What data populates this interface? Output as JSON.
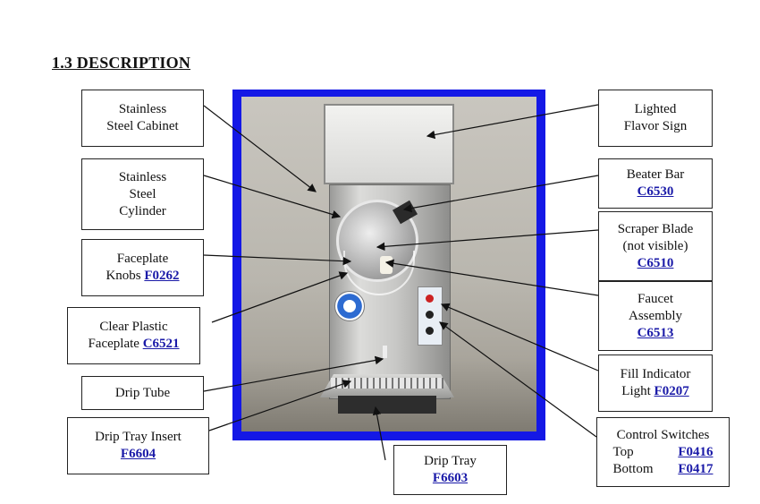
{
  "heading": "1.3 DESCRIPTION",
  "labels": {
    "cabinet": {
      "l1": "Stainless",
      "l2": "Steel Cabinet"
    },
    "cylinder": {
      "l1": "Stainless",
      "l2": "Steel",
      "l3": "Cylinder"
    },
    "knobs": {
      "l1": "Faceplate",
      "l2": "Knobs",
      "part": "F0262"
    },
    "faceplate": {
      "l1": "Clear Plastic",
      "l2": "Faceplate",
      "part": "C6521"
    },
    "drip_tube": {
      "l1": "Drip Tube"
    },
    "drip_tray_insert": {
      "l1": "Drip Tray Insert",
      "part": "F6604"
    },
    "drip_tray": {
      "l1": "Drip Tray",
      "part": "F6603"
    },
    "sign": {
      "l1": "Lighted",
      "l2": "Flavor Sign"
    },
    "beater": {
      "l1": "Beater Bar",
      "part": "C6530"
    },
    "scraper": {
      "l1": "Scraper Blade",
      "l2": "(not visible)",
      "part": "C6510"
    },
    "faucet": {
      "l1": "Faucet",
      "l2": "Assembly",
      "part": "C6513"
    },
    "fill_light": {
      "l1": "Fill Indicator",
      "l2": "Light",
      "part": "F0207"
    },
    "switches": {
      "l1": "Control Switches",
      "top": "Top",
      "top_part": "F0416",
      "bottom": "Bottom",
      "bottom_part": "F0417"
    }
  }
}
